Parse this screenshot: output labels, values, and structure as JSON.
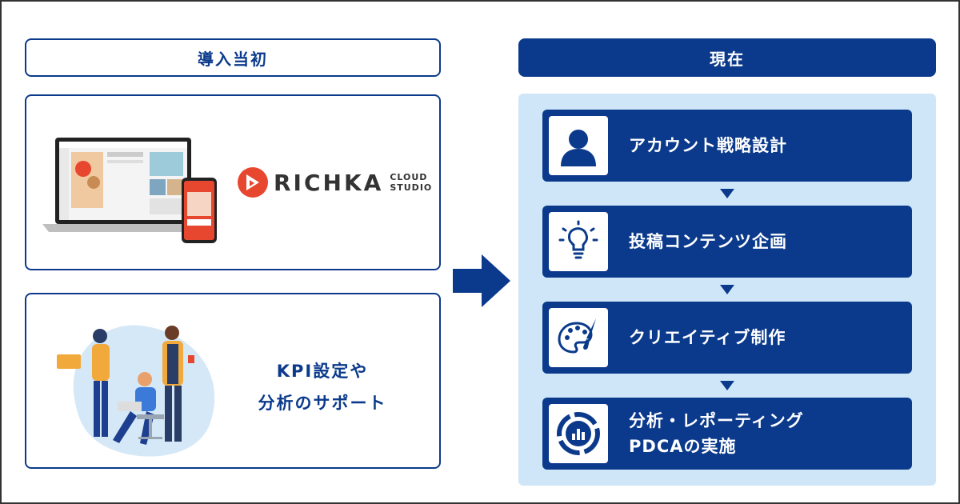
{
  "left_header": "導入当初",
  "right_header": "現在",
  "logo": {
    "name": "RICHKA",
    "sub_line1": "CLOUD",
    "sub_line2": "STUDIO"
  },
  "support_text": {
    "line1": "KPI設定や",
    "line2": "分析のサポート"
  },
  "steps": [
    {
      "label": "アカウント戦略設計",
      "icon": "person-icon"
    },
    {
      "label": "投稿コンテンツ企画",
      "icon": "lightbulb-icon"
    },
    {
      "label": "クリエイティブ制作",
      "icon": "palette-icon"
    },
    {
      "label_line1": "分析・レポーティング",
      "label_line2": "PDCAの実施",
      "icon": "analytics-chart-icon"
    }
  ],
  "colors": {
    "primary": "#0b3a8c",
    "panel": "#cfe6f8",
    "logo_accent": "#e8472f"
  }
}
